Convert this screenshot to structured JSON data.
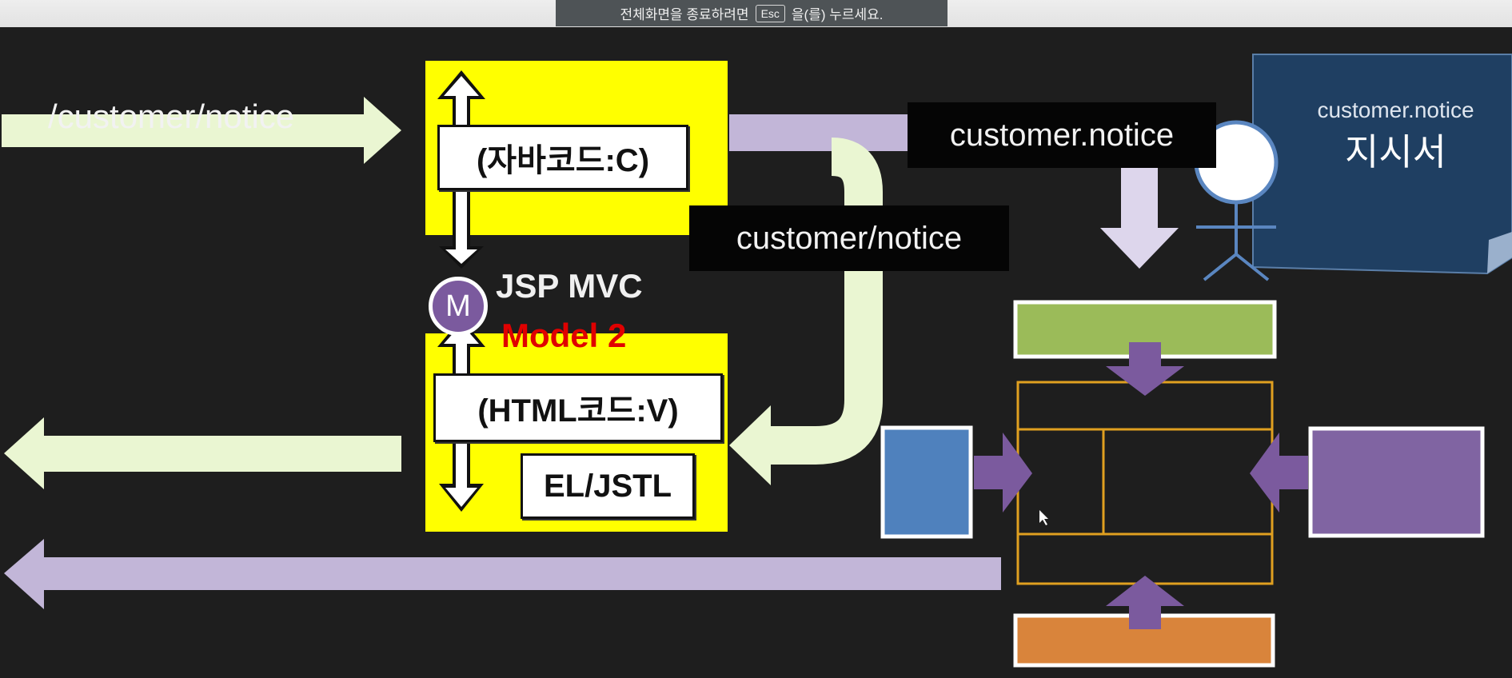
{
  "toast": {
    "text_before": "전체화면을 종료하려면",
    "key": "Esc",
    "text_after": "을(를) 누르세요."
  },
  "diagram": {
    "request_path": "/customer/notice",
    "controller_label": "(자바코드:C)",
    "view_label": "(HTML코드:V)",
    "el_jstl_label": "EL/JSTL",
    "model_badge": "M",
    "title_line1": "JSP MVC",
    "title_line2": "Model 2",
    "forward_label": "customer/notice",
    "tiles_name_label": "customer.notice",
    "note_title": "customer.notice",
    "note_subtitle": "지시서"
  },
  "colors": {
    "yellow": "#ffff00",
    "green_arrow": "#eaf6d2",
    "lavender_arrow": "#c2b6d8",
    "red_text": "#e00000",
    "note_blue": "#1f3f62",
    "layout_border": "#e0a020",
    "header_green": "#9bbb59",
    "left_blue": "#4f81bd",
    "right_purple": "#8064a2",
    "footer_orange": "#d9843b",
    "purple_arrow": "#7b5a9e"
  }
}
